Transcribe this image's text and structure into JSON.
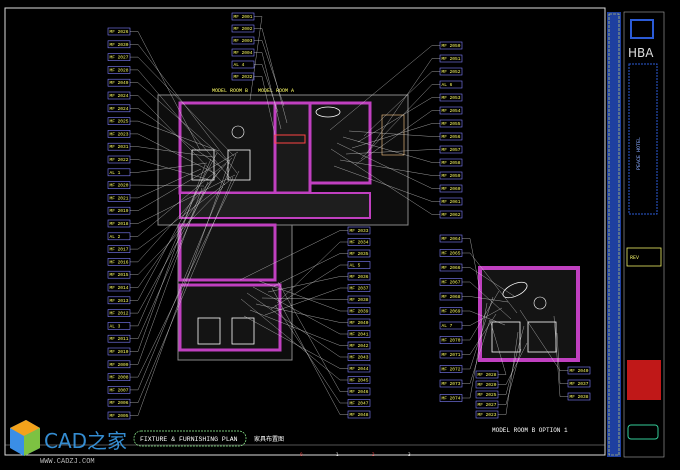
{
  "drawing": {
    "plan_title": "FIXTURE & FURNISHING PLAN",
    "plan_title_cn": "家具布置图",
    "room_b_label": "MODEL ROOM B",
    "room_a_label": "MODEL ROOM A",
    "option_label": "MODEL ROOM B OPTION 1",
    "scale_marks": [
      "0",
      "1",
      "2",
      "3"
    ]
  },
  "title_block": {
    "firm": "HBA",
    "project": "PEACE HOTEL",
    "revision_tag": "REV"
  },
  "watermark": {
    "logo_text": "CAD之家",
    "url": "WWW.CADZJ.COM"
  },
  "callouts": {
    "left": [
      "MF 2026",
      "MF 2030",
      "MF 2027",
      "MF 2028",
      "MF 2049",
      "MF 2024",
      "MF 2024",
      "MF 2025",
      "MF 2023",
      "MF 2031",
      "MF 2022",
      "AL 1",
      "MF 2020",
      "MF 2021",
      "MF 2019",
      "MF 2018",
      "AL 2",
      "MF 2017",
      "MF 2016",
      "MF 2015",
      "MF 2014",
      "MF 2013",
      "MF 2012",
      "AL 3",
      "MF 2011",
      "MF 2010",
      "MF 2009",
      "MF 2008",
      "MF 2007",
      "MF 2006",
      "MF 2005"
    ],
    "top_mid": [
      "MF 2001",
      "MF 2002",
      "MF 2003",
      "MF 2004",
      "AL 4",
      "MF 2032"
    ],
    "bottom_mid": [
      "MF 2033",
      "MF 2034",
      "MF 2035",
      "AL 5",
      "MF 2036",
      "MF 2037",
      "MF 2038",
      "MF 2039",
      "MF 2040",
      "MF 2041",
      "MF 2042",
      "MF 2043",
      "MF 2044",
      "MF 2045",
      "MF 2046",
      "MF 2047",
      "MF 2048"
    ],
    "right_upper": [
      "MF 2050",
      "MF 2051",
      "MF 2052",
      "AL 6",
      "MF 2053",
      "MF 2054",
      "MF 2055",
      "MF 2056",
      "MF 2057",
      "MF 2058",
      "MF 2059",
      "MF 2060",
      "MF 2061",
      "MF 2062"
    ],
    "right_lower": [
      "MF 2064",
      "MF 2065",
      "MF 2066",
      "MF 2067",
      "MF 2068",
      "MF 2069",
      "AL 7",
      "MF 2070",
      "MF 2071",
      "MF 2072",
      "MF 2073",
      "MF 2074"
    ],
    "option_right": [
      "MF 2040",
      "MF 2037",
      "MF 2038"
    ],
    "option_bottom": [
      "MF 2028",
      "MF 2020",
      "MF 2025",
      "MF 2027",
      "MF 2023"
    ]
  },
  "colors": {
    "frame": "#ffffff",
    "wall": "#c040c0",
    "accent": "#ffff66",
    "tag": "#8080ff",
    "titleblock": "#2b5bd6"
  }
}
